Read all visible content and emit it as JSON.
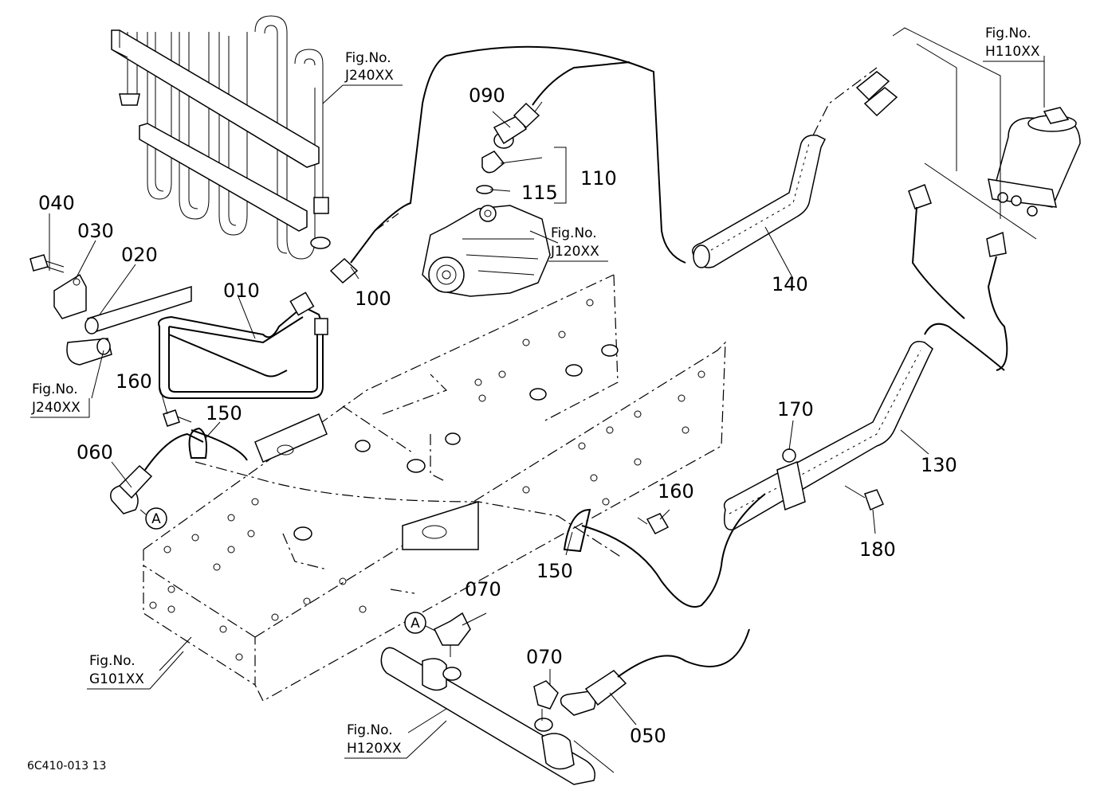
{
  "callouts": {
    "c010": "010",
    "c020": "020",
    "c030": "030",
    "c040": "040",
    "c050": "050",
    "c060": "060",
    "c070a": "070",
    "c070b": "070",
    "c090": "090",
    "c100": "100",
    "c110": "110",
    "c115": "115",
    "c130": "130",
    "c140": "140",
    "c150a": "150",
    "c150b": "150",
    "c160a": "160",
    "c160b": "160",
    "c170": "170",
    "c180": "180"
  },
  "figrefs": {
    "j240_top": {
      "label": "Fig.No.",
      "code": "J240XX"
    },
    "j240_left": {
      "label": "Fig.No.",
      "code": "J240XX"
    },
    "j120": {
      "label": "Fig.No.",
      "code": "J120XX"
    },
    "h110": {
      "label": "Fig.No.",
      "code": "H110XX"
    },
    "g101": {
      "label": "Fig.No.",
      "code": "G101XX"
    },
    "h120": {
      "label": "Fig.No.",
      "code": "H120XX"
    }
  },
  "markers": {
    "a1": "A",
    "a2": "A"
  },
  "footer": {
    "drawing_id": "6C410-013 13"
  }
}
